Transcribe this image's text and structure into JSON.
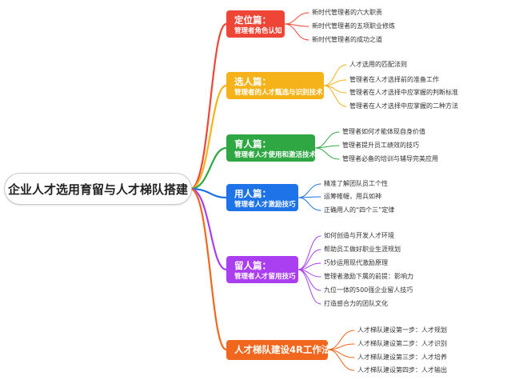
{
  "root": {
    "title": "企业人才选用育留与人才梯队搭建"
  },
  "branches": [
    {
      "id": "b0",
      "title": "定位篇：",
      "subtitle": "管理者角色认知",
      "color": "#ee4537",
      "leaves": [
        "新时代管理者的六大职责",
        "新时代管理者的五项职业修炼",
        "新时代管理者的成功之道"
      ]
    },
    {
      "id": "b1",
      "title": "选人篇：",
      "subtitle": "管理者的人才甄选与识别技术",
      "color": "#f5b319",
      "leaves": [
        "人才选用的匹配法则",
        "管理者在人才选择前的准备工作",
        "管理者在人才选择中应掌握的判断标准",
        "管理者在人才选择中应掌握的二种方法"
      ]
    },
    {
      "id": "b2",
      "title": "育人篇：",
      "subtitle": "管理者人才使用和激活技术",
      "color": "#2fa844",
      "leaves": [
        "管理者如何才能体现自身价值",
        "管理者提升员工绩效的技巧",
        "管理者必备的培训与辅导完美应用"
      ]
    },
    {
      "id": "b3",
      "title": "用人篇：",
      "subtitle": "管理者人才激励技巧",
      "color": "#1e73e8",
      "leaves": [
        "精准了解团队员工个性",
        "运筹帷幄，用兵如神",
        "正确用人的“四个三”定律"
      ]
    },
    {
      "id": "b4",
      "title": "留人篇：",
      "subtitle": "管理者人才留用技巧",
      "color": "#a93ff0",
      "leaves": [
        "如何创造与开发人才环境",
        "帮助员工做好职业生涯规划",
        "巧妙运用现代激励原理",
        "管理者激励下属的前提：影响力",
        "九位一体的500强企业留人技巧",
        "打造感合力的团队文化"
      ]
    },
    {
      "id": "b5",
      "title": "人才梯队建设4R工作法",
      "subtitle": "",
      "color": "#f2671e",
      "leaves": [
        "人才梯队建设第一步：人才规划",
        "人才梯队建设第二步：人才识别",
        "人才梯队建设第三步：人才培养",
        "人才梯队建设第四步：人才输出"
      ]
    }
  ]
}
